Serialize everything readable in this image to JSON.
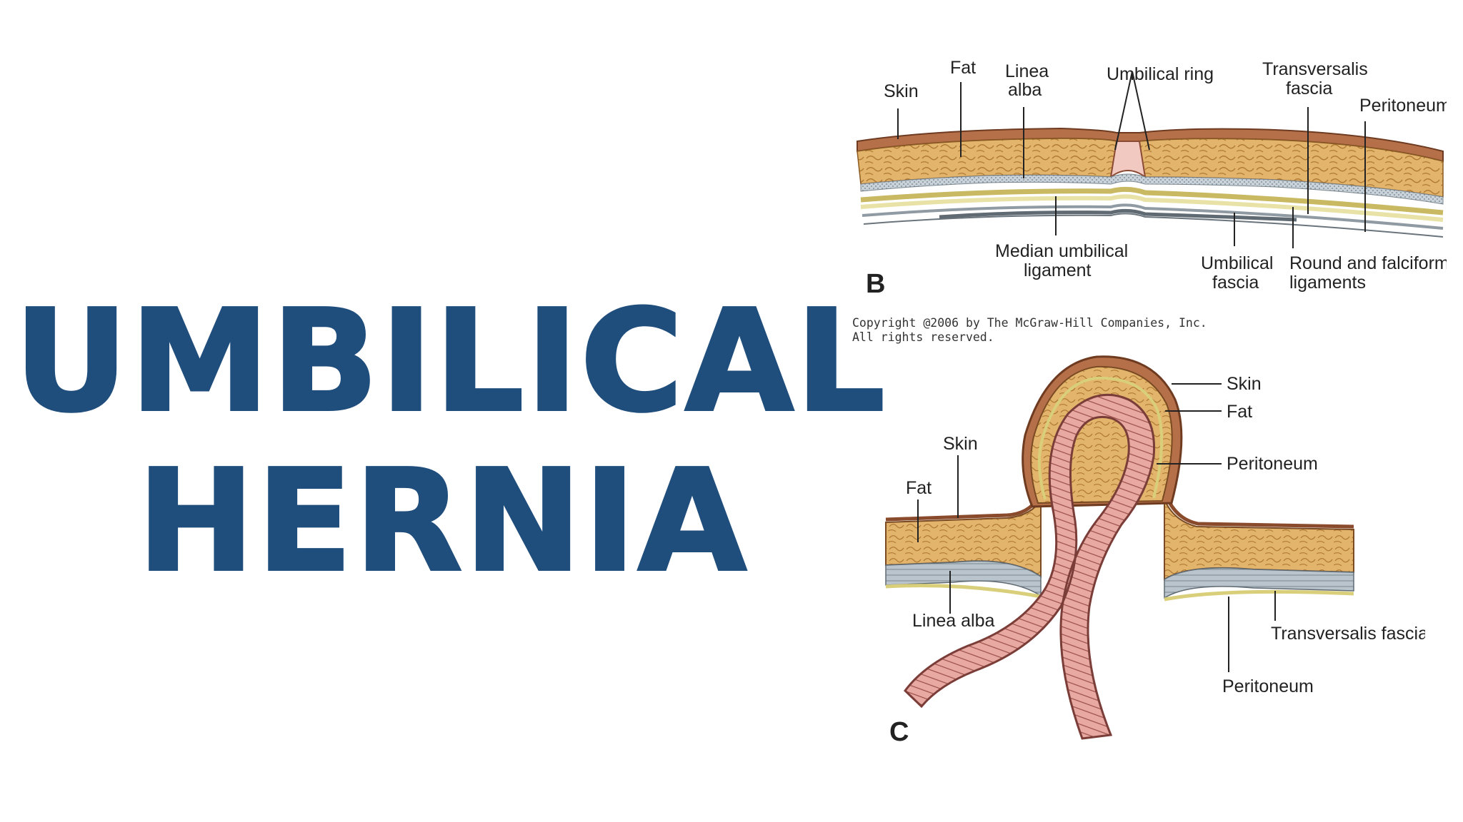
{
  "title": {
    "line1": "UMBILICAL",
    "line2": "HERNIA"
  },
  "colors": {
    "title": "#1f4e7d",
    "skin": "#b5704a",
    "fat": "#e2b46c",
    "linea_alba": "#b9c4cc",
    "fascia": "#e9e2a6",
    "bowel": "#e8a9a3"
  },
  "diagram_b": {
    "panel_letter": "B",
    "labels": {
      "skin": "Skin",
      "fat": "Fat",
      "linea_alba_1": "Linea",
      "linea_alba_2": "alba",
      "umbilical_ring": "Umbilical ring",
      "transversalis_1": "Transversalis",
      "transversalis_2": "fascia",
      "peritoneum": "Peritoneum",
      "median_1": "Median umbilical",
      "median_2": "ligament",
      "umbilical_fascia_1": "Umbilical",
      "umbilical_fascia_2": "fascia",
      "round_1": "Round and falciform",
      "round_2": "ligaments"
    },
    "copyright_1": "Copyright @2006 by The McGraw-Hill Companies, Inc.",
    "copyright_2": "All rights reserved."
  },
  "diagram_c": {
    "panel_letter": "C",
    "labels": {
      "skin_right": "Skin",
      "fat_right": "Fat",
      "peritoneum_right": "Peritoneum",
      "skin_left": "Skin",
      "fat_left": "Fat",
      "linea_alba": "Linea alba",
      "transversalis": "Transversalis fascia",
      "peritoneum_bottom": "Peritoneum"
    }
  }
}
